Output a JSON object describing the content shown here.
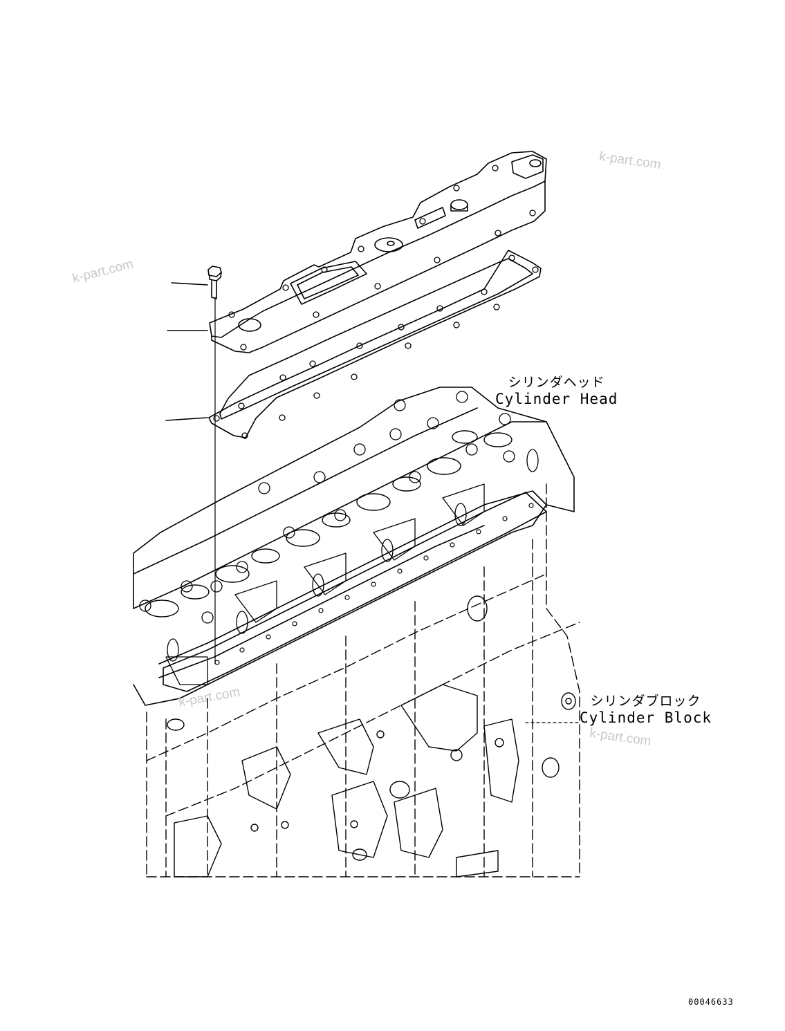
{
  "labels": {
    "cylinder_head_jp": "シリンダヘッド",
    "cylinder_head_en": "Cylinder Head",
    "cylinder_block_jp": "シリンダブロック",
    "cylinder_block_en": "Cylinder Block"
  },
  "watermarks": [
    "k-part.com",
    "k-part.com",
    "k-part.com",
    "k-part.com"
  ],
  "figure_number": "00046633",
  "colors": {
    "line": "#000000",
    "watermark": "#c8c8c8",
    "background": "#ffffff"
  }
}
